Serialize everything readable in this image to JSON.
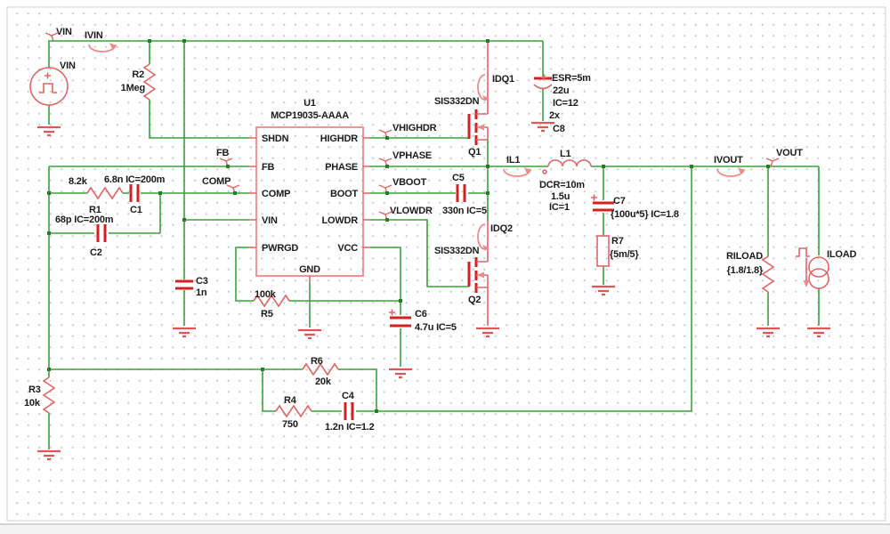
{
  "colors": {
    "wire_green": "#3aa23a",
    "symbol_red": "#e06565",
    "plate_red": "#d42020",
    "text": "#1b1b1b",
    "grid_dot": "#cfcfcf"
  },
  "input": {
    "flag_vin": "VIN",
    "probe_ivin": "IVIN",
    "source_name": "VIN",
    "r2_ref": "R2",
    "r2_val": "1Meg"
  },
  "chip": {
    "ref": "U1",
    "part": "MCP19035-AAAA",
    "pin_shdn": "SHDN",
    "pin_fb": "FB",
    "pin_comp": "COMP",
    "pin_vin": "VIN",
    "pin_pwrgd": "PWRGD",
    "pin_highdr": "HIGHDR",
    "pin_phase": "PHASE",
    "pin_boot": "BOOT",
    "pin_lowdr": "LOWDR",
    "pin_vcc": "VCC",
    "pin_gnd": "GND"
  },
  "comp_net": {
    "flag_fb": "FB",
    "flag_comp": "COMP",
    "r1_ref": "R1",
    "r1_val": "8.2k",
    "c1_ref": "C1",
    "c1_val": "6.8n IC=200m",
    "c2_ref": "C2",
    "c2_val": "68p IC=200m"
  },
  "vin_bypass": {
    "c3_ref": "C3",
    "c3_val": "1n"
  },
  "pwrgd": {
    "r5_ref": "R5",
    "r5_val": "100k"
  },
  "gate": {
    "flag_vhighdr": "VHIGHDR",
    "flag_vphase": "VPHASE",
    "flag_vboot": "VBOOT",
    "flag_vlowdr": "VLOWDR",
    "c5_ref": "C5",
    "c5_val": "330n IC=5"
  },
  "q1": {
    "part": "SIS332DN",
    "ref": "Q1",
    "probe": "IDQ1"
  },
  "q2": {
    "part": "SIS332DN",
    "ref": "Q2",
    "probe": "IDQ2"
  },
  "cin": {
    "l1": "ESR=5m",
    "l2": "22u",
    "l3": "IC=12",
    "l4": "2x",
    "ref": "C8"
  },
  "vcc": {
    "c6_ref": "C6",
    "c6_val": "4.7u IC=5"
  },
  "lout": {
    "probe": "IL1",
    "ref": "L1",
    "l1": "DCR=10m",
    "l2": "1.5u",
    "l3": "IC=1"
  },
  "cout": {
    "ref": "C7",
    "val": "{100u*5} IC=1.8",
    "r7_ref": "R7",
    "r7_val": "{5m/5}"
  },
  "out": {
    "probe": "IVOUT",
    "flag": "VOUT",
    "rl_ref": "RILOAD",
    "rl_val": "{1.8/1.8}",
    "il_ref": "ILOAD"
  },
  "fbdiv": {
    "r6_ref": "R6",
    "r6_val": "20k",
    "r4_ref": "R4",
    "r4_val": "750",
    "c4_ref": "C4",
    "c4_val": "1.2n IC=1.2",
    "r3_ref": "R3",
    "r3_val": "10k"
  }
}
